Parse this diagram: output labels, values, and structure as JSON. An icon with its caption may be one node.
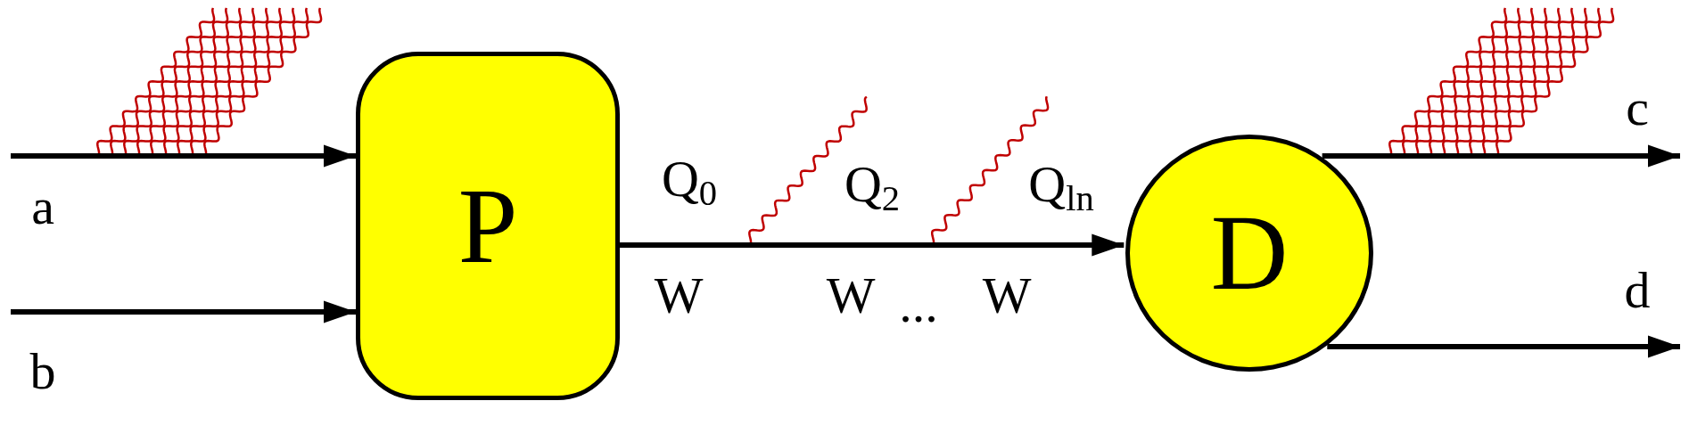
{
  "diagram": {
    "nodes": [
      {
        "text": [
          "P"
        ]
      },
      {
        "text": [
          "D"
        ]
      }
    ],
    "edges": [
      {
        "from": null,
        "to": 0,
        "arrow": "to"
      },
      {
        "from": null,
        "to": 0,
        "arrow": "to"
      },
      {
        "from": 0,
        "to": 1,
        "arrow": "to"
      },
      {
        "from": 1,
        "to": null,
        "arrow": "to"
      },
      {
        "from": 1,
        "to": null,
        "arrow": "to"
      }
    ],
    "labels": [
      "c",
      "Q$_{0}$",
      "Q$_{2}$",
      "Q$_{l}$$_{n}$",
      "a",
      "W",
      "W",
      "...",
      "W",
      "d",
      "b"
    ]
  }
}
